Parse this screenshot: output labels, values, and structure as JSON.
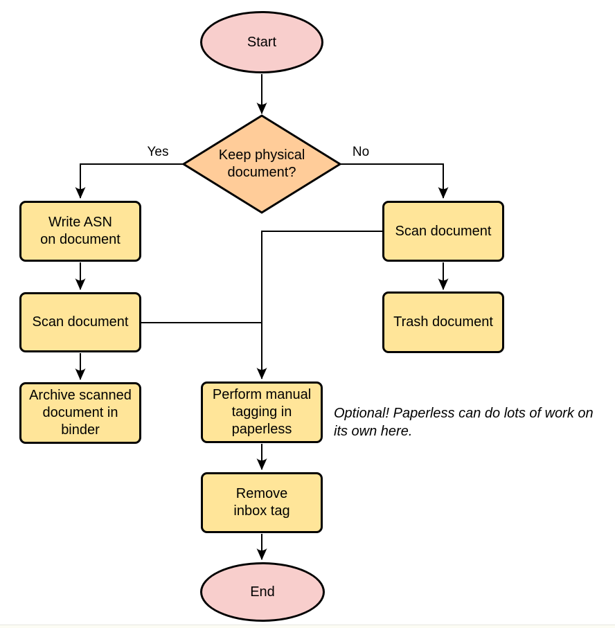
{
  "colors": {
    "background": "#ffffff",
    "stroke": "#000000",
    "text": "#000000",
    "terminator_fill": "#f8cecc",
    "decision_fill": "#ffcc99",
    "process_fill": "#ffe599",
    "page_edge_line": "#e7e7e0",
    "page_edge_fill": "#fcfcf4"
  },
  "nodes": {
    "start": {
      "label": "Start"
    },
    "decision": {
      "label": "Keep physical\ndocument?"
    },
    "write_asn": {
      "label": "Write ASN\non document"
    },
    "scan_left": {
      "label": "Scan document"
    },
    "archive": {
      "label": "Archive scanned\ndocument in\nbinder"
    },
    "scan_right": {
      "label": "Scan document"
    },
    "trash": {
      "label": "Trash document"
    },
    "tagging": {
      "label": "Perform manual\ntagging in\npaperless"
    },
    "remove_inbox": {
      "label": "Remove\ninbox tag"
    },
    "end": {
      "label": "End"
    }
  },
  "edge_labels": {
    "yes": "Yes",
    "no": "No"
  },
  "annotation": "Optional! Paperless can do lots of work on\nits own here."
}
